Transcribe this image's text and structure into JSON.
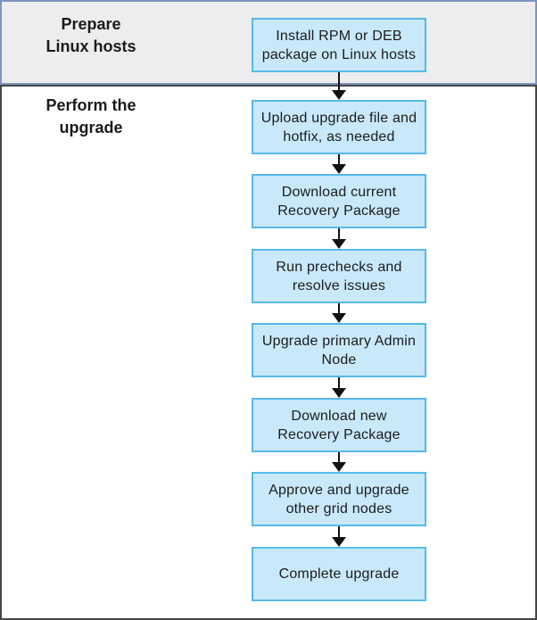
{
  "colors": {
    "section_prepare_bg": "#ededef",
    "section_prepare_border": "#7d95bf",
    "section_perform_bg": "#ffffff",
    "section_perform_border": "#454545",
    "step_fill": "#c9e9fb",
    "step_border": "#56b9ea",
    "arrow_color": "#111111",
    "text_color": "#1b1b1b"
  },
  "flow": {
    "sections": [
      {
        "title": "Prepare\nLinux hosts"
      },
      {
        "title": "Perform the\nupgrade"
      }
    ],
    "steps": [
      {
        "label": "Install RPM or DEB\npackage on Linux hosts"
      },
      {
        "label": "Upload upgrade file and\nhotfix, as needed"
      },
      {
        "label": "Download current\nRecovery Package"
      },
      {
        "label": "Run prechecks and\nresolve issues"
      },
      {
        "label": "Upgrade primary Admin\nNode"
      },
      {
        "label": "Download new\nRecovery Package"
      },
      {
        "label": "Approve and upgrade\nother grid nodes"
      },
      {
        "label": "Complete upgrade"
      }
    ]
  }
}
